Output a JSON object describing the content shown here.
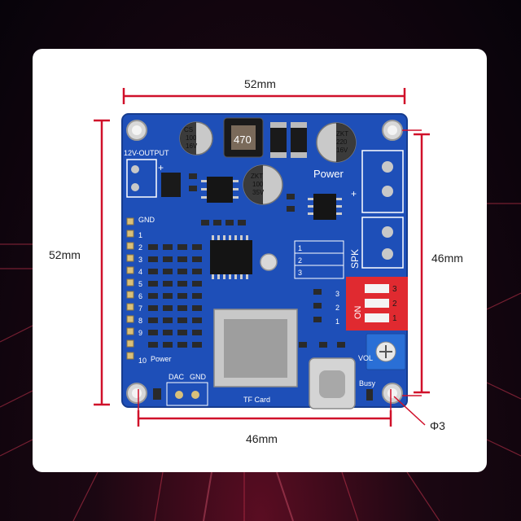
{
  "dimensions": {
    "top_width": "52mm",
    "left_height": "52mm",
    "right_height": "46mm",
    "bottom_width": "46mm",
    "hole_diameter": "Φ3"
  },
  "board_labels": {
    "output_12v": "12V-OUTPUT",
    "plus": "+",
    "gnd": "GND",
    "pins": [
      "1",
      "2",
      "3",
      "4",
      "5",
      "6",
      "7",
      "8",
      "9",
      "10"
    ],
    "power_small": "Power",
    "dac": "DAC",
    "gnd_small": "GND",
    "tf_card": "TF Card",
    "power": "Power",
    "spk": "SPK",
    "on": "ON",
    "vol": "VOL",
    "busy": "Busy",
    "inductor": "470",
    "cap1": [
      "CS",
      "100",
      "16V"
    ],
    "cap2": [
      "ZKT",
      "100",
      "35V"
    ],
    "cap3": [
      "ZKT",
      "220",
      "16V"
    ],
    "dip_numbers": [
      "1",
      "2",
      "3"
    ],
    "dip_side_numbers": [
      "1",
      "2",
      "3"
    ],
    "table_numbers": [
      "1",
      "2",
      "3"
    ]
  },
  "colors": {
    "pcb": "#1e4fb8",
    "dimension_line": "#d0102a",
    "dip_switch": "#e02a30",
    "card": "#ffffff"
  }
}
